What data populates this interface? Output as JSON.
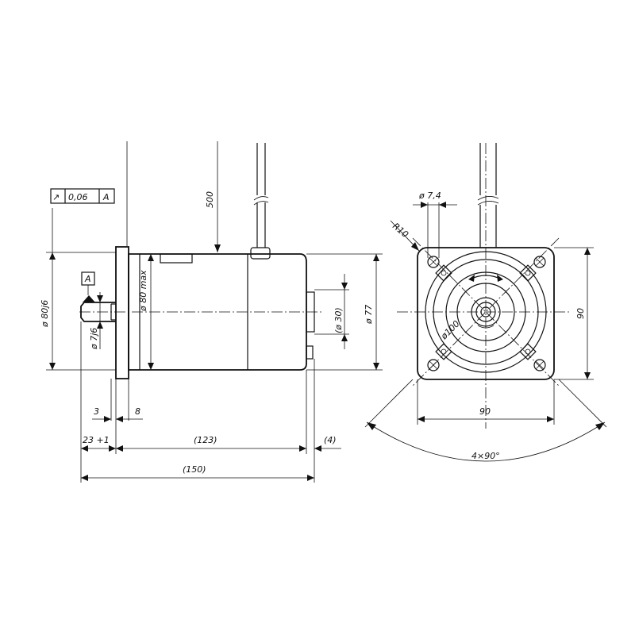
{
  "side_view": {
    "tolerance_frame": {
      "symbol": "↗",
      "value": "0,06",
      "datum": "A"
    },
    "datum_label": "A",
    "dims": {
      "flange_dia": "ø 80j6",
      "shaft_dia": "ø 7j6",
      "body_dia": "ø 80 max",
      "cap_dia": "(ø 30)",
      "overall_dia": "ø 77",
      "lead_length": "500",
      "flange_thickness": "3",
      "flange_offset": "8",
      "shaft_length": "23 +1",
      "body_length": "(123)",
      "cap_length": "(4)",
      "overall_length": "(150)"
    }
  },
  "front_view": {
    "dims": {
      "hole_dia": "ø 7,4",
      "corner_radius": "R10",
      "bolt_circle": "ø100",
      "height": "90",
      "width": "90",
      "hole_pattern": "4×90°"
    }
  }
}
